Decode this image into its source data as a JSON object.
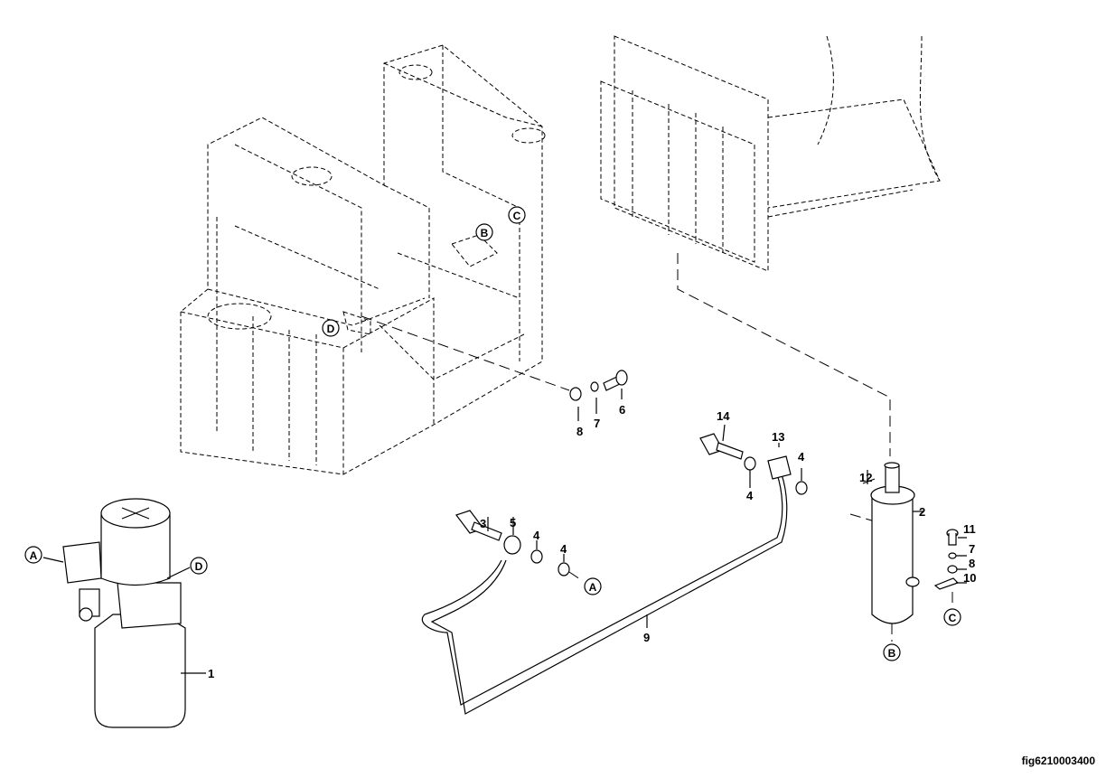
{
  "figure_id": "fig6210003400",
  "part_numbers": {
    "p1": "1",
    "p2": "2",
    "p3": "3",
    "p4a": "4",
    "p4b": "4",
    "p4c": "4",
    "p4d": "4",
    "p5": "5",
    "p6": "6",
    "p7a": "7",
    "p7b": "7",
    "p8a": "8",
    "p8b": "8",
    "p9": "9",
    "p10": "10",
    "p11": "11",
    "p12": "12",
    "p13": "13",
    "p14": "14"
  },
  "callouts": {
    "a_pump": "A",
    "d_pump": "D",
    "a_hose": "A",
    "b_frame": "B",
    "c_frame": "C",
    "d_frame": "D",
    "b_cyl": "B",
    "c_cyl": "C"
  }
}
